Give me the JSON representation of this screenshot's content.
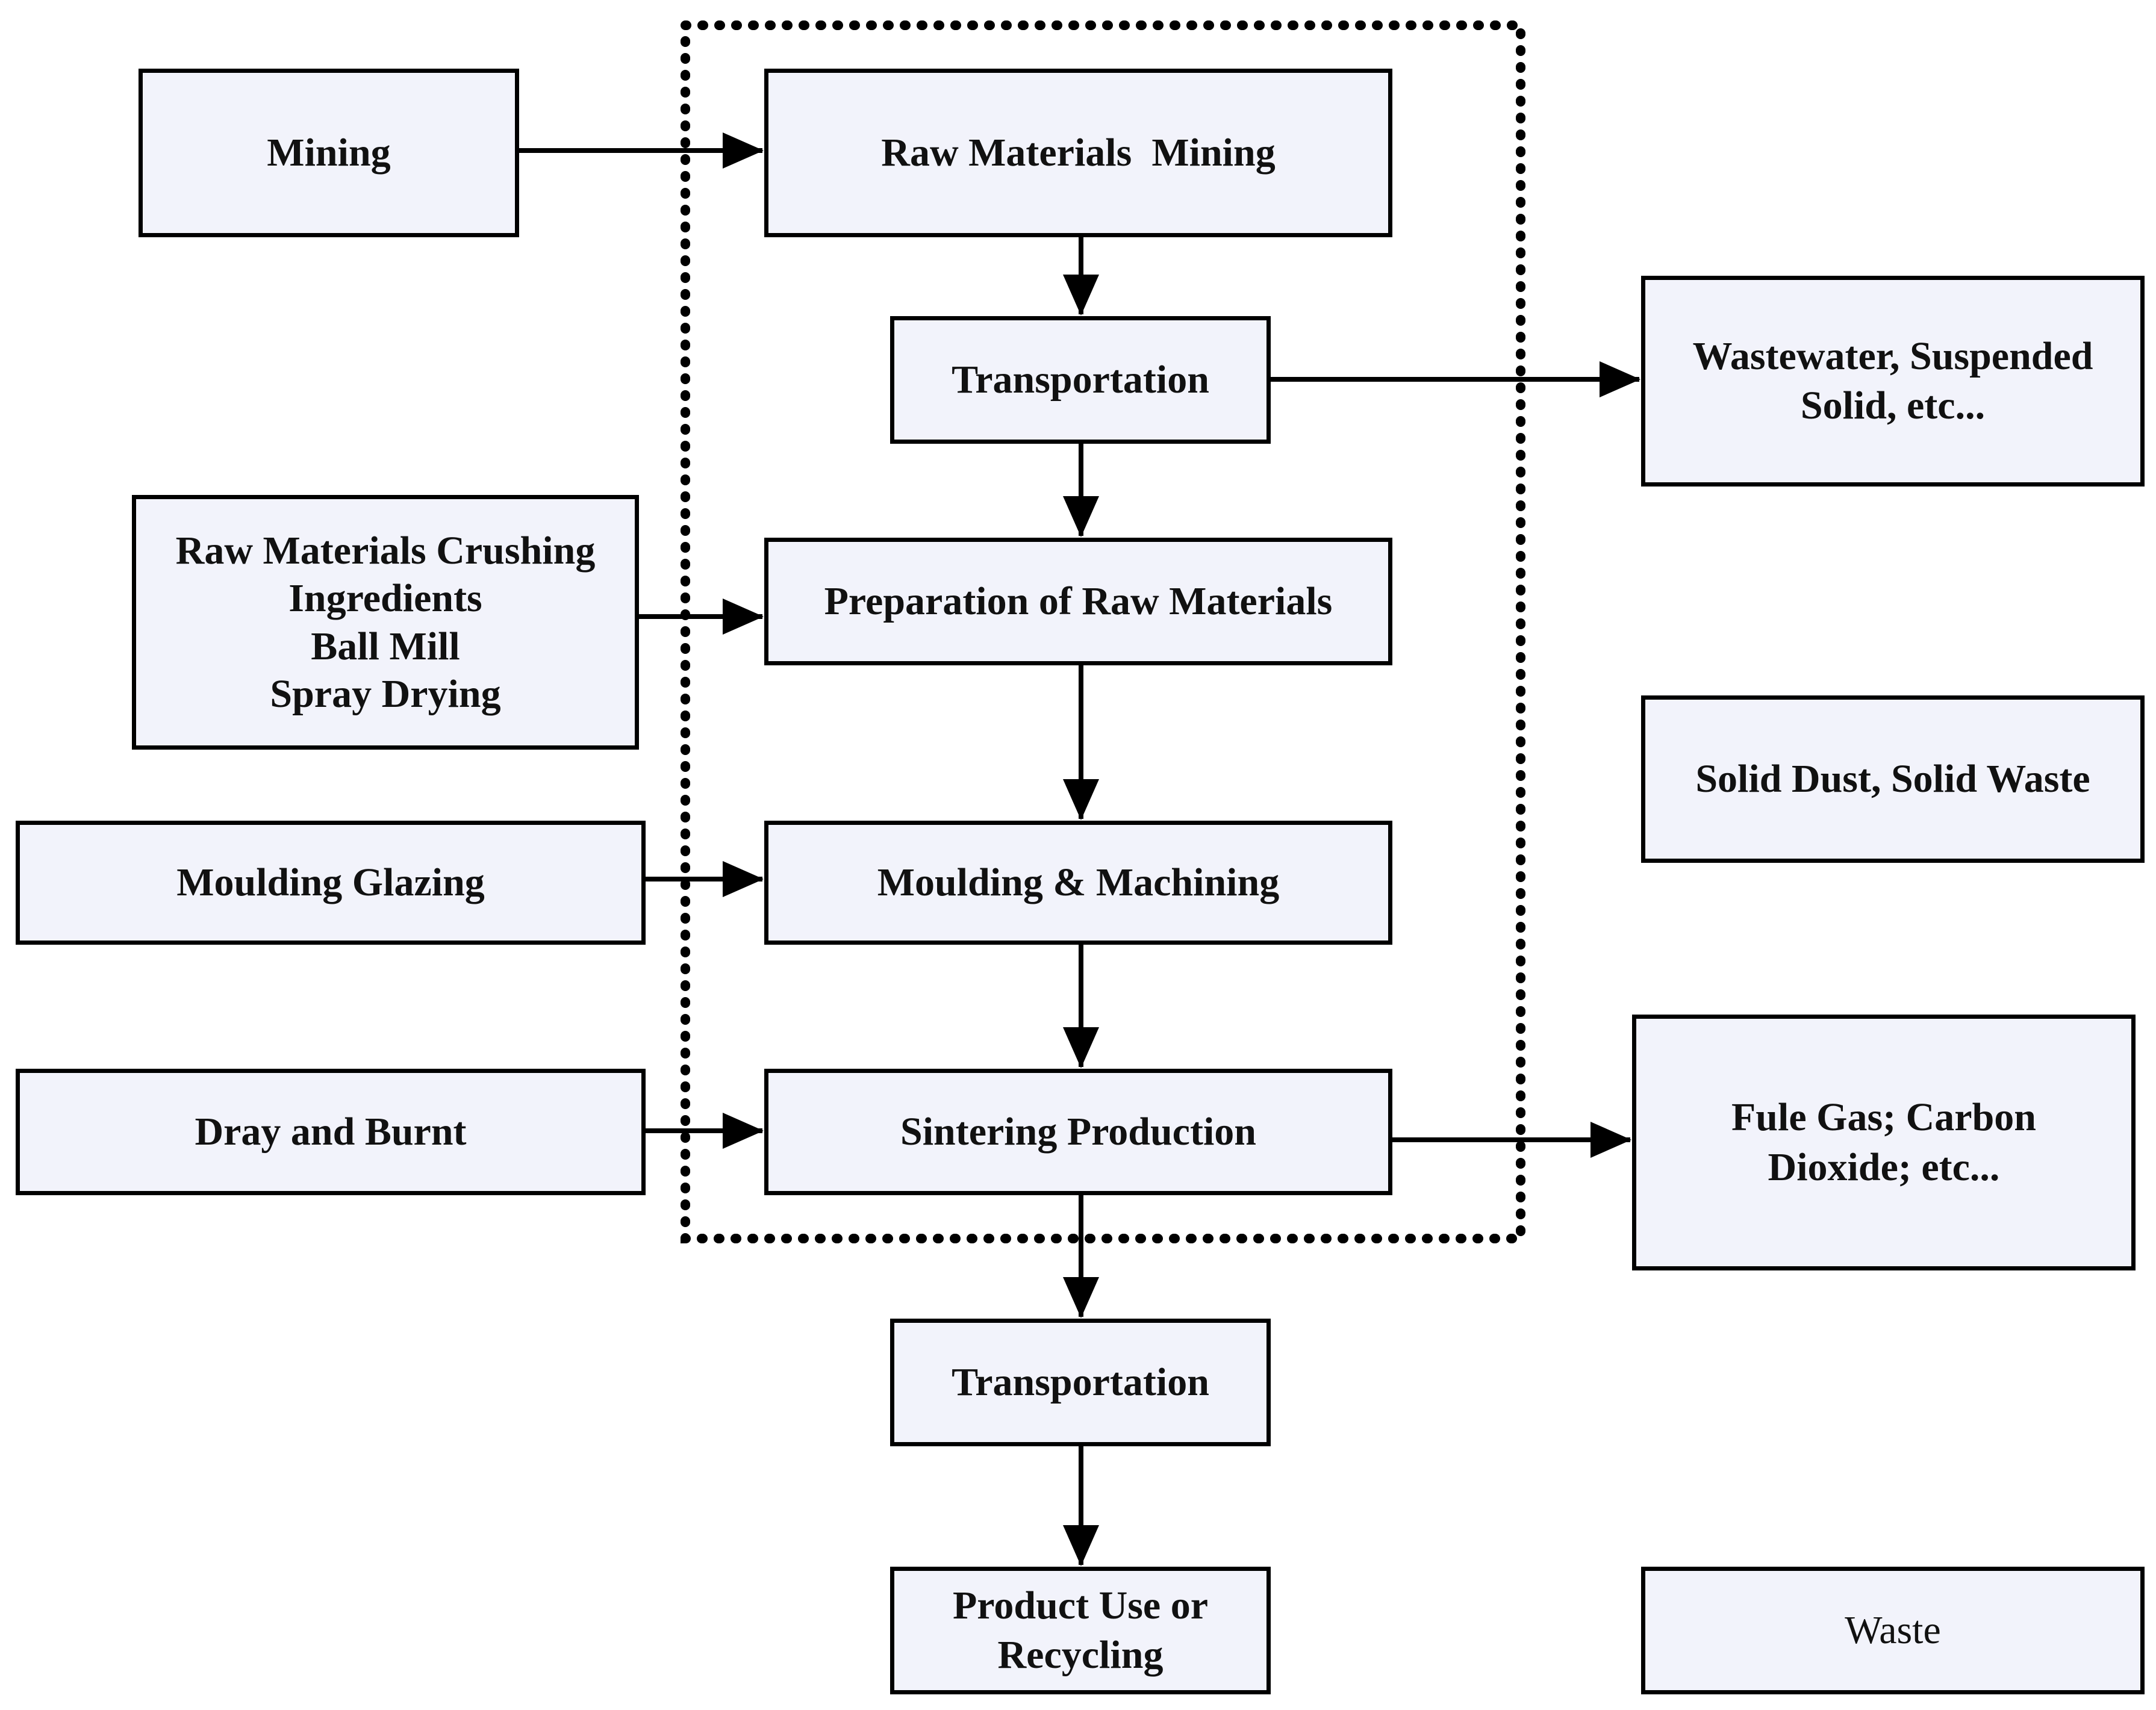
{
  "nodes": {
    "mining": "Mining",
    "raw_materials_mining": "Raw Materials  Mining",
    "transportation_1": "Transportation",
    "wastewater": "Wastewater, Suspended\nSolid, etc...",
    "crushing": "Raw Materials Crushing\nIngredients\nBall Mill\nSpray Drying",
    "preparation": "Preparation of Raw Materials",
    "solid_dust": "Solid Dust, Solid Waste",
    "moulding_glazing": "Moulding Glazing",
    "moulding_machining": "Moulding & Machining",
    "fuel_gas": "Fule Gas; Carbon\nDioxide; etc...",
    "dray_burnt": "Dray and Burnt",
    "sintering": "Sintering Production",
    "transportation_2": "Transportation",
    "product_use": "Product Use or\nRecycling",
    "waste": "Waste"
  },
  "colors": {
    "box_fill": "#f2f3fb",
    "line": "#000000"
  }
}
